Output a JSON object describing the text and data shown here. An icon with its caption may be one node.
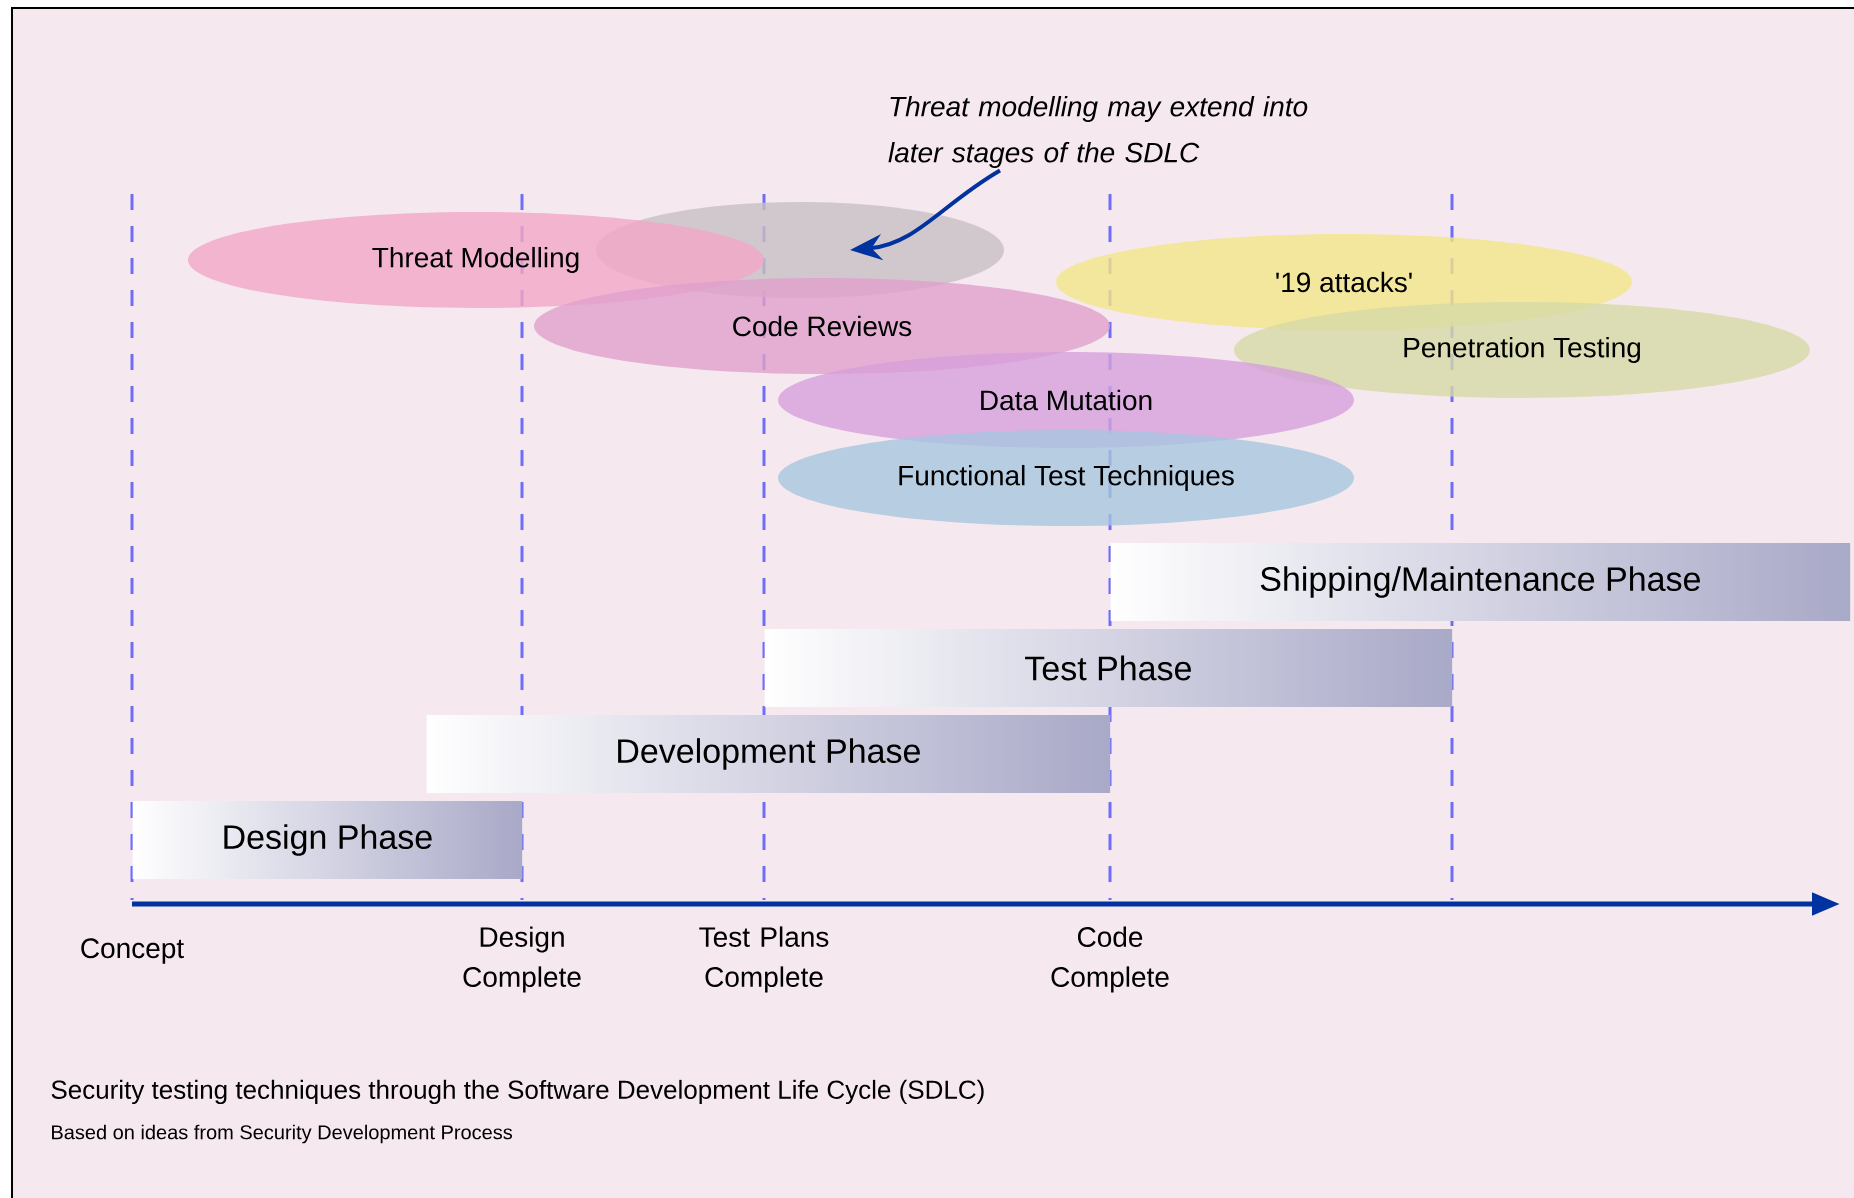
{
  "diagram": {
    "caption": "Security testing techniques through the Software Development Life Cycle (SDLC)",
    "nodes": [
      {
        "text": [
          "Threat modelling may extend into later stages of the SDLC"
        ]
      },
      {
        "text": [
          "Threat Modelling"
        ]
      },
      {
        "text": [],
        "shape": "ellipse"
      },
      {
        "text": [
          "Code Reviews"
        ]
      },
      {
        "text": [
          "'19 attacks'"
        ]
      },
      {
        "text": [
          "Penetration Testing"
        ]
      },
      {
        "text": [
          "Data Mutation"
        ]
      },
      {
        "text": [
          "Functional Test Techniques"
        ]
      },
      {
        "text": [
          "Shipping/Maintenance Phase"
        ]
      },
      {
        "text": [
          "Test Phase"
        ]
      },
      {
        "text": [
          "Development Phase"
        ]
      },
      {
        "text": [
          "Design Phase"
        ]
      }
    ],
    "edges": [
      {
        "from": 0,
        "to": 2,
        "arrow": "to"
      }
    ],
    "labels": [
      "Concept",
      "Design Complete",
      "Test Plans Complete",
      "Code Complete",
      "Based on ideas from Security Development Process"
    ]
  }
}
